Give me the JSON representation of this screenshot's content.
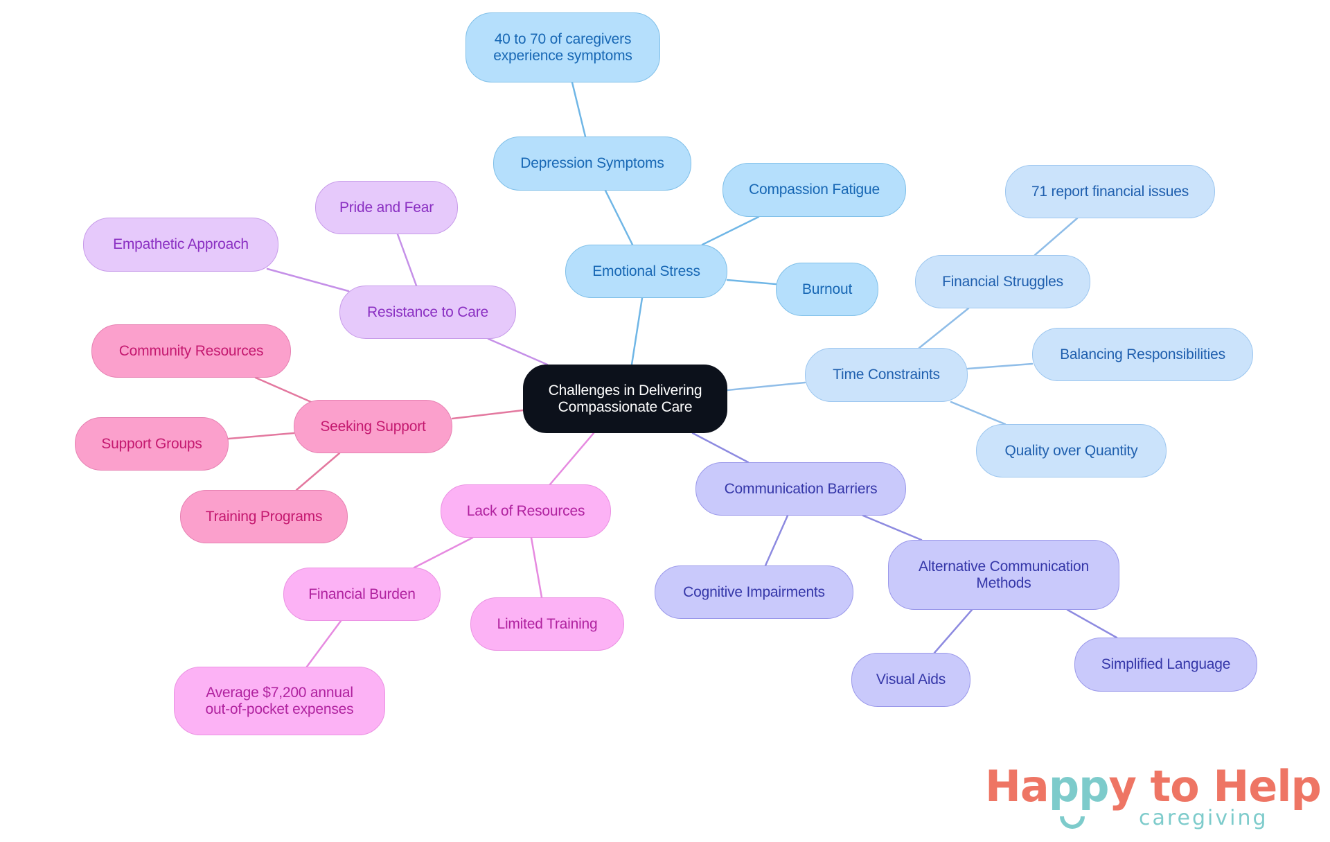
{
  "mindmap": {
    "root": {
      "id": "root",
      "label": "Challenges in Delivering\nCompassionate Care",
      "color": "#0c111b"
    },
    "branches": [
      {
        "id": "emotional-stress",
        "label": "Emotional Stress",
        "color": "#b5dffc",
        "children": [
          {
            "id": "depression-symptoms",
            "label": "Depression Symptoms",
            "children": [
              {
                "id": "depression-stat",
                "label": "40 to 70 of caregivers\nexperience symptoms"
              }
            ]
          },
          {
            "id": "compassion-fatigue",
            "label": "Compassion Fatigue"
          },
          {
            "id": "burnout",
            "label": "Burnout"
          }
        ]
      },
      {
        "id": "time-constraints",
        "label": "Time Constraints",
        "color": "#cbe3fb",
        "children": [
          {
            "id": "financial-struggles",
            "label": "Financial Struggles",
            "children": [
              {
                "id": "financial-stat",
                "label": "71 report financial issues"
              }
            ]
          },
          {
            "id": "balancing-responsibilities",
            "label": "Balancing Responsibilities"
          },
          {
            "id": "quality-over-quantity",
            "label": "Quality over Quantity"
          }
        ]
      },
      {
        "id": "communication-barriers",
        "label": "Communication Barriers",
        "color": "#c9c9fb",
        "children": [
          {
            "id": "cognitive-impairments",
            "label": "Cognitive Impairments"
          },
          {
            "id": "alternative-communication-methods",
            "label": "Alternative Communication\nMethods",
            "children": [
              {
                "id": "visual-aids",
                "label": "Visual Aids"
              },
              {
                "id": "simplified-language",
                "label": "Simplified Language"
              }
            ]
          }
        ]
      },
      {
        "id": "lack-of-resources",
        "label": "Lack of Resources",
        "color": "#fcb2f5",
        "children": [
          {
            "id": "financial-burden",
            "label": "Financial Burden",
            "children": [
              {
                "id": "expenses-stat",
                "label": "Average $7,200 annual\nout-of-pocket expenses"
              }
            ]
          },
          {
            "id": "limited-training",
            "label": "Limited Training"
          }
        ]
      },
      {
        "id": "seeking-support",
        "label": "Seeking Support",
        "color": "#fba0cc",
        "children": [
          {
            "id": "community-resources",
            "label": "Community Resources"
          },
          {
            "id": "support-groups",
            "label": "Support Groups"
          },
          {
            "id": "training-programs",
            "label": "Training Programs"
          }
        ]
      },
      {
        "id": "resistance-to-care",
        "label": "Resistance to Care",
        "color": "#e6c9fb",
        "children": [
          {
            "id": "pride-and-fear",
            "label": "Pride and Fear"
          },
          {
            "id": "empathetic-approach",
            "label": "Empathetic Approach"
          }
        ]
      }
    ]
  },
  "labels": {
    "root": "Challenges in Delivering\nCompassionate Care",
    "emotional_stress": "Emotional Stress",
    "depression_symptoms": "Depression Symptoms",
    "depression_stat": "40 to 70 of caregivers\nexperience symptoms",
    "compassion_fatigue": "Compassion Fatigue",
    "burnout": "Burnout",
    "time_constraints": "Time Constraints",
    "financial_struggles": "Financial Struggles",
    "financial_stat": "71 report financial issues",
    "balancing_responsibilities": "Balancing Responsibilities",
    "quality_over_quantity": "Quality over Quantity",
    "communication_barriers": "Communication Barriers",
    "cognitive_impairments": "Cognitive Impairments",
    "alternative_communication_methods": "Alternative Communication\nMethods",
    "visual_aids": "Visual Aids",
    "simplified_language": "Simplified Language",
    "lack_of_resources": "Lack of Resources",
    "financial_burden": "Financial Burden",
    "expenses_stat": "Average $7,200 annual\nout-of-pocket expenses",
    "limited_training": "Limited Training",
    "seeking_support": "Seeking Support",
    "community_resources": "Community Resources",
    "support_groups": "Support Groups",
    "training_programs": "Training Programs",
    "resistance_to_care": "Resistance to Care",
    "pride_and_fear": "Pride and Fear",
    "empathetic_approach": "Empathetic Approach"
  },
  "logo": {
    "part1": "Ha",
    "part2": "pp",
    "part3": "y to Help",
    "subtitle": "caregiving",
    "primary_color": "#ee7564",
    "accent_color": "#7dcbcb"
  }
}
